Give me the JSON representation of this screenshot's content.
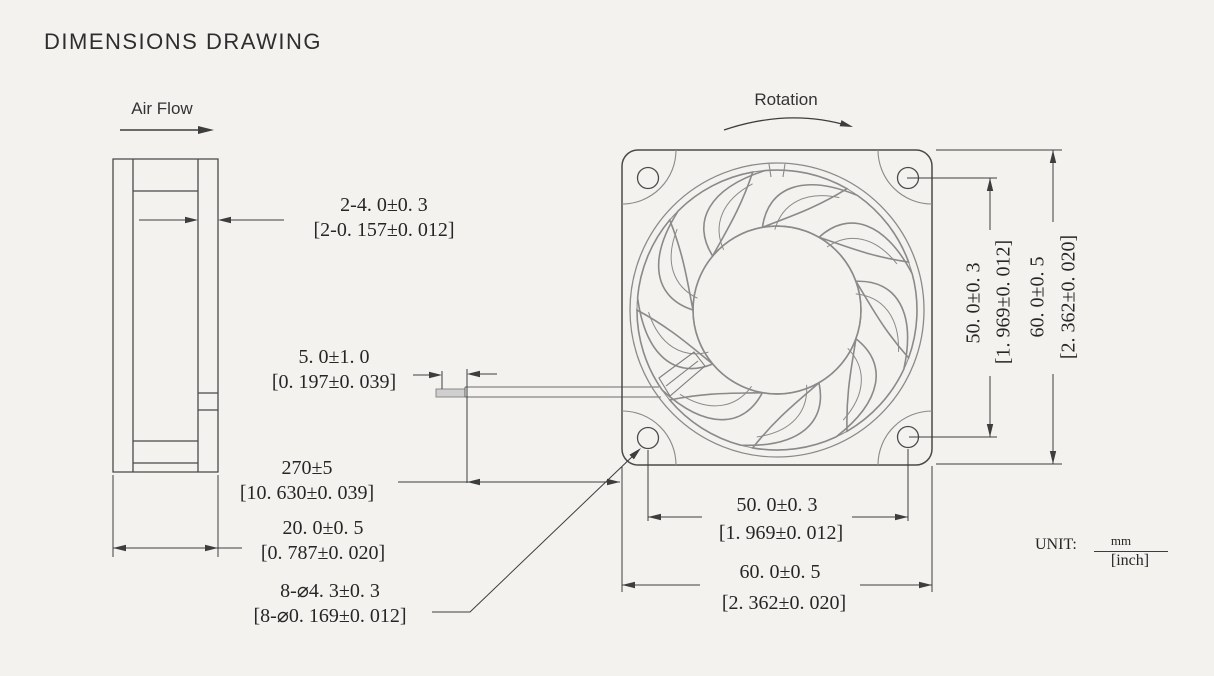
{
  "title": "DIMENSIONS DRAWING",
  "labels": {
    "air_flow": "Air Flow",
    "rotation": "Rotation"
  },
  "dimensions": {
    "flange_thickness": {
      "mm": "2-4. 0±0. 3",
      "inch": "[2-0. 157±0. 012]"
    },
    "lead_strip_length": {
      "mm": "5. 0±1. 0",
      "inch": "[0. 197±0. 039]"
    },
    "lead_wire_length": {
      "mm": "270±5",
      "inch": "[10. 630±0. 039]"
    },
    "frame_depth": {
      "mm": "20. 0±0. 5",
      "inch": "[0. 787±0. 020]"
    },
    "mounting_holes": {
      "mm": "8-⌀4. 3±0. 3",
      "inch": "[8-⌀0. 169±0. 012]"
    },
    "hole_pitch_vertical": {
      "mm": "50. 0±0. 3",
      "inch": "[1. 969±0. 012]"
    },
    "frame_height": {
      "mm": "60. 0±0. 5",
      "inch": "[2. 362±0. 020]"
    },
    "hole_pitch_horizontal": {
      "mm": "50. 0±0. 3",
      "inch": "[1. 969±0. 012]"
    },
    "frame_width": {
      "mm": "60. 0±0. 5",
      "inch": "[2. 362±0. 020]"
    }
  },
  "unit": {
    "label": "UNIT:",
    "numerator": "mm",
    "denominator": "[inch]"
  },
  "colors": {
    "background": "#f3f2ef",
    "dimension_line": "#3d3d3d",
    "frame_line": "#4a4a4a",
    "artwork_line": "#8a8a8a",
    "text": "#262626"
  }
}
